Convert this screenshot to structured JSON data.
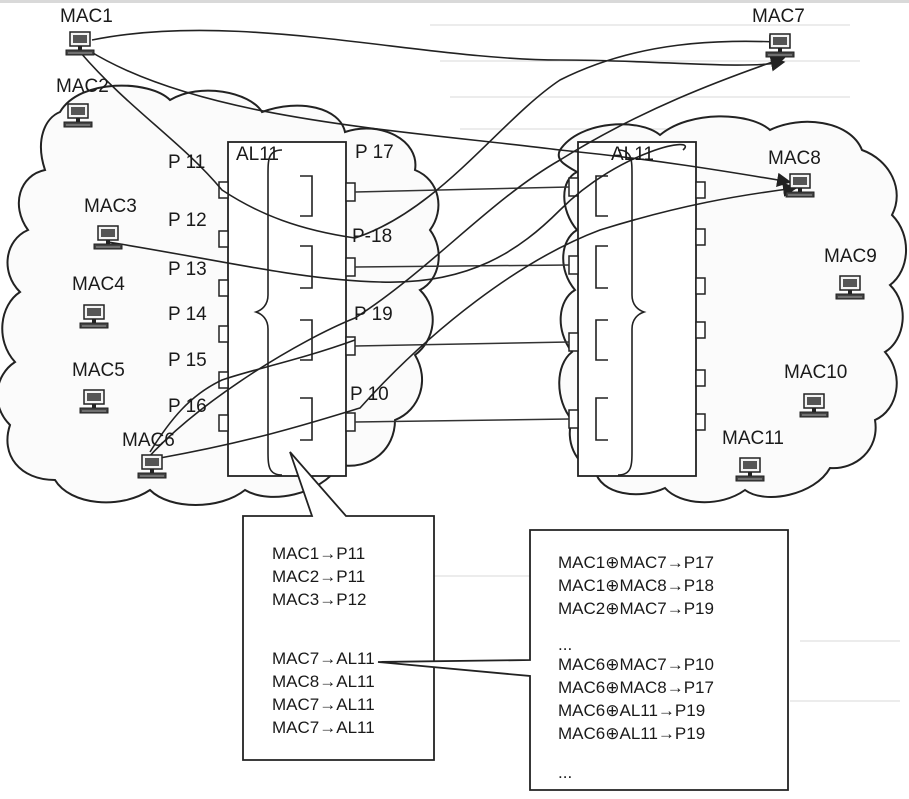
{
  "hosts": {
    "mac1": "MAC1",
    "mac2": "MAC2",
    "mac3": "MAC3",
    "mac4": "MAC4",
    "mac5": "MAC5",
    "mac6": "MAC6",
    "mac7": "MAC7",
    "mac8": "MAC8",
    "mac9": "MAC9",
    "mac10": "MAC10",
    "mac11": "MAC11"
  },
  "switches": {
    "left": "AL11",
    "right": "AL11"
  },
  "ports": {
    "p11": "P 11",
    "p12": "P 12",
    "p13": "P 13",
    "p14": "P 14",
    "p15": "P 15",
    "p16": "P 16",
    "p17": "P 17",
    "p18": "P-18",
    "p19": "P 19",
    "p10": "P 10"
  },
  "left_table": [
    "MAC1→P11",
    "MAC2→P11",
    "MAC3→P12",
    "MAC7→AL11",
    "MAC8→AL11",
    "MAC7→AL11",
    "MAC7→AL11"
  ],
  "right_table": [
    "MAC1⊕MAC7→P17",
    "MAC1⊕MAC8→P18",
    "MAC2⊕MAC7→P19",
    "...",
    "MAC6⊕MAC7→P10",
    "MAC6⊕MAC8→P17",
    "MAC6⊕AL11→P19",
    "MAC6⊕AL11→P19",
    "..."
  ]
}
